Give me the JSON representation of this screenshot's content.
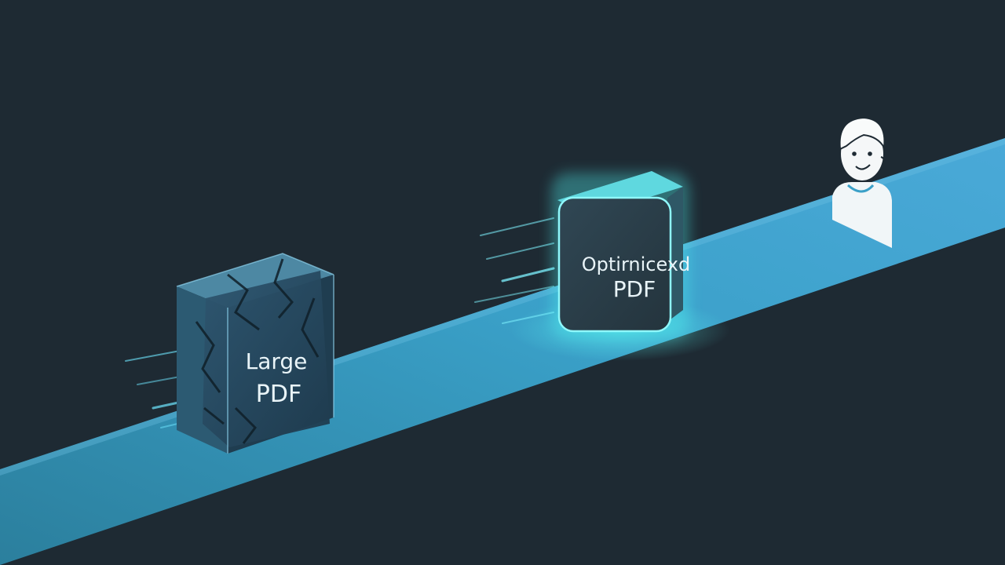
{
  "cubes": {
    "large": {
      "line1": "Large",
      "line2": "PDF"
    },
    "optimized": {
      "line1": "Optirnicexd",
      "line2": "PDF"
    }
  },
  "colors": {
    "background": "#1e2a33",
    "track_start": "#2f7d96",
    "track_end": "#4aa6d4",
    "glow": "#4ff2f0",
    "large_cube": "#2a4a5c",
    "optimized_cube": "#2b3f4a"
  },
  "icons": {
    "user": "user-avatar-icon",
    "speed_lines": "motion-lines-icon"
  }
}
